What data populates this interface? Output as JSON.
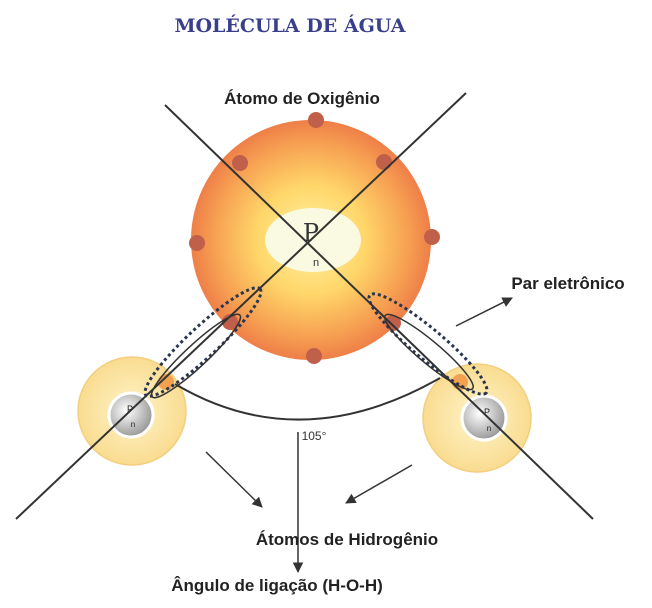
{
  "title": "MOLÉCULA DE ÁGUA",
  "labels": {
    "oxygen_atom": "Átomo de Oxigênio",
    "electron_pair": "Par eletrônico",
    "hydrogen_atoms": "Átomos de Hidrogênio",
    "bond_angle": "Ângulo de ligação (H-O-H)",
    "angle_value": "105°"
  },
  "nucleus": {
    "oxygen_p": "P",
    "oxygen_n": "n",
    "hydrogen_p": "P",
    "hydrogen_n": "n"
  },
  "colors": {
    "title": "#3a3f8c",
    "oxygen_outer": "#f08a4c",
    "oxygen_inner": "#ffe07a",
    "electron": "#c0604a",
    "hydrogen_ring": "#fde7a8",
    "line": "#333333"
  }
}
